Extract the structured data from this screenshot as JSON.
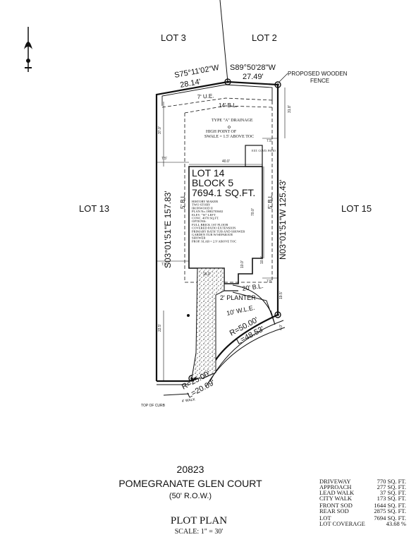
{
  "lots": {
    "lot3": "LOT 3",
    "lot2": "LOT 2",
    "lot13": "LOT 13",
    "lot15": "LOT 15"
  },
  "bearings": {
    "top_left": "S75°11'02\"W",
    "top_left_dist": "28.14'",
    "top_right": "S89°50'28\"W",
    "top_right_dist": "27.49'",
    "left_side": "S03°01'51\"E 157.83'",
    "right_side": "N03°01'51\"W 125.43'"
  },
  "notes": {
    "fence": "PROPOSED WOODEN",
    "fence2": "FENCE",
    "ue": "7' U.E.",
    "bl_rear": "14' B.L.",
    "drainage": "TYPE \"A\" DRAINAGE",
    "high_point": "HIGH POINT OF",
    "swale": "SWALE = 1.5' ABOVE TOC",
    "patio": "EXT. COVD. PATIO",
    "sbl_left": "5' B.L.",
    "sbl_right": "5' B.L.",
    "front_bl": "20' B.L.",
    "planter": "2' PLANTER",
    "wle": "10' W.L.E.",
    "walk": "4' WALK",
    "top_of_curb": "TOP OF CURB"
  },
  "lot_info": {
    "lot": "LOT 14",
    "block": "BLOCK 5",
    "area": "7694.1 SQ.FT.",
    "details": [
      "HISTORY MAKER",
      "TWO STORY",
      "IRONWOOD II",
      "PLAN No. IH02703602",
      "ELEV. \"W\" LEFT",
      "CONC. 4070 SQ.FT.",
      "OPTIONS:",
      "FULL BRICK 1ST FLOOR",
      "COVERED PATIO EXTENSION",
      "PRIMARY BATH TUB AND SHOWER",
      "GARDEN TUB W/SEPARATE",
      "SHOWER",
      "PROP. SLAB = 2.9' ABOVE TOC"
    ]
  },
  "dims": {
    "house_w": "40.0'",
    "house_d": "70.0'",
    "rear_left": "37.0'",
    "rear_right": "31.8'",
    "side_7_5a": "7.5'",
    "side_7_5b": "7.5'",
    "side_7_5c": "7.5'",
    "side_7_5d": "7.5'",
    "d_10a": "10.0'",
    "d_10b": "10.0'",
    "d_16": "16.0'",
    "d_195": "19.5'",
    "d_40": "4.0'",
    "d_225": "22.5'",
    "curve_r1": "R=50.00'",
    "curve_l1": "L=48.53'",
    "curve_r2": "R=25.00'",
    "curve_l2": "L=20.09'"
  },
  "address": {
    "number": "20823",
    "street": "POMEGRANATE GLEN COURT",
    "row": "(50' R.O.W.)"
  },
  "title": {
    "name": "PLOT PLAN",
    "scale": "SCALE: 1\" = 30'"
  },
  "areas": [
    {
      "label": "DRIVEWAY",
      "value": "770 SQ. FT."
    },
    {
      "label": "APPROACH",
      "value": "277 SQ. FT."
    },
    {
      "label": "LEAD WALK",
      "value": "37 SQ. FT."
    },
    {
      "label": "CITY WALK",
      "value": "173 SQ. FT."
    },
    {
      "label": "FRONT SOD",
      "value": "1644 SQ. FT."
    },
    {
      "label": "REAR SOD",
      "value": "2875 SQ. FT."
    },
    {
      "label": "LOT",
      "value": "7694 SQ. FT."
    },
    {
      "label": "LOT COVERAGE",
      "value": "43.68 %"
    }
  ]
}
